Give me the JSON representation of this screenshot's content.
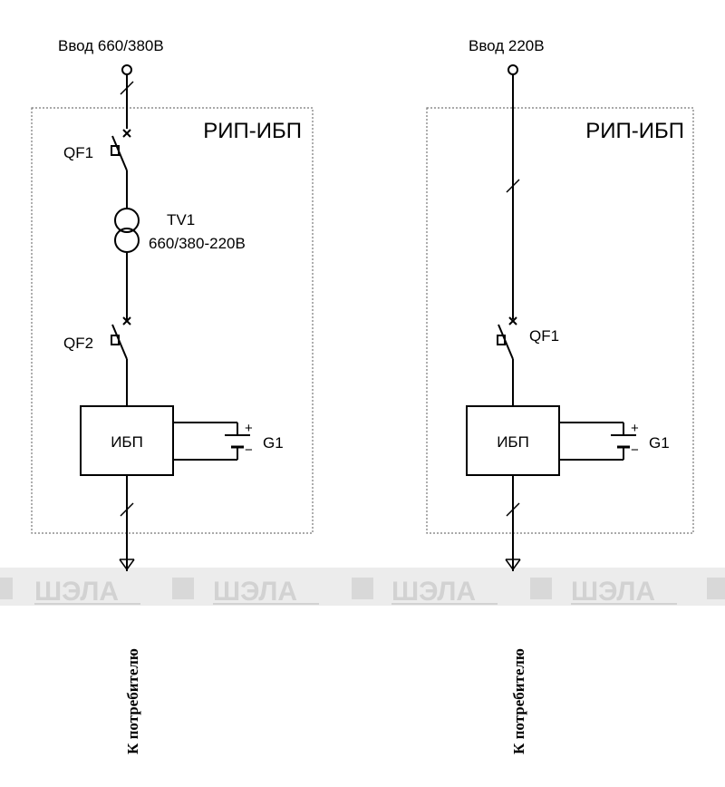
{
  "watermark": {
    "text": "ШЭЛА",
    "band_color": "#ececec",
    "text_color": "#d2d2d2"
  },
  "colors": {
    "line": "#000000",
    "frame": "#777777",
    "background": "#ffffff"
  },
  "left_circuit": {
    "input_label": "Ввод 660/380В",
    "box_title": "РИП-ИБП",
    "breaker1_label": "QF1",
    "transformer_label": "TV1",
    "transformer_ratio": "660/380-220В",
    "breaker2_label": "QF2",
    "ups_label": "ИБП",
    "battery_label": "G1",
    "battery_plus": "+",
    "battery_minus": "−",
    "output_label": "К потребителю"
  },
  "right_circuit": {
    "input_label": "Ввод 220В",
    "box_title": "РИП-ИБП",
    "breaker1_label": "QF1",
    "ups_label": "ИБП",
    "battery_label": "G1",
    "battery_plus": "+",
    "battery_minus": "−",
    "output_label": "К потребителю"
  }
}
